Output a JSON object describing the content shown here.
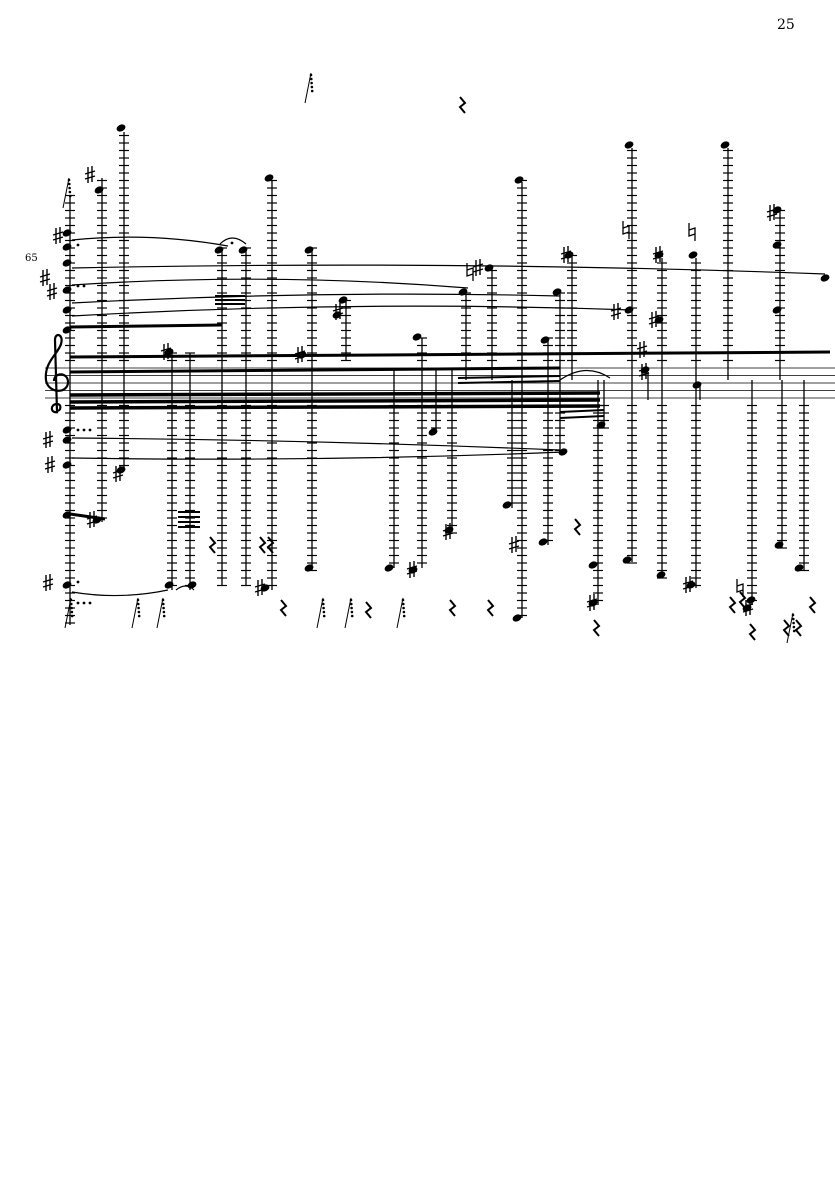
{
  "page": {
    "page_number": "25",
    "measure_number": "65"
  },
  "score": {
    "clef": "treble-clef",
    "ink_color": "#000000"
  }
}
